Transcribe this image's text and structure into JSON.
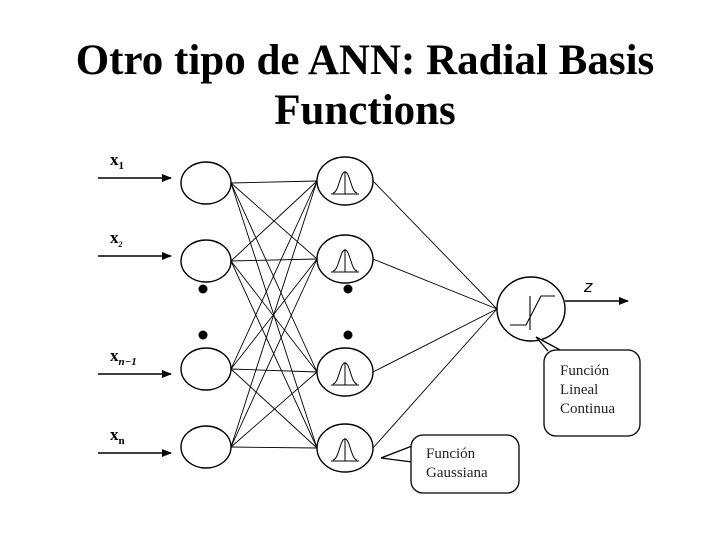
{
  "slide": {
    "title_line1": "Otro tipo de ANN: Radial Basis",
    "title_line2": "Functions"
  },
  "diagram": {
    "inputs": [
      {
        "base": "x",
        "sub": "1"
      },
      {
        "base": "x",
        "sub": "2"
      },
      {
        "base": "x",
        "sub": "n−1"
      },
      {
        "base": "x",
        "sub": "n"
      }
    ],
    "output_label": "z",
    "callout_linear": {
      "lines": [
        "Función",
        "Lineal",
        "Continua"
      ]
    },
    "callout_gaussian": {
      "lines": [
        "Función",
        "Gaussiana"
      ]
    }
  }
}
